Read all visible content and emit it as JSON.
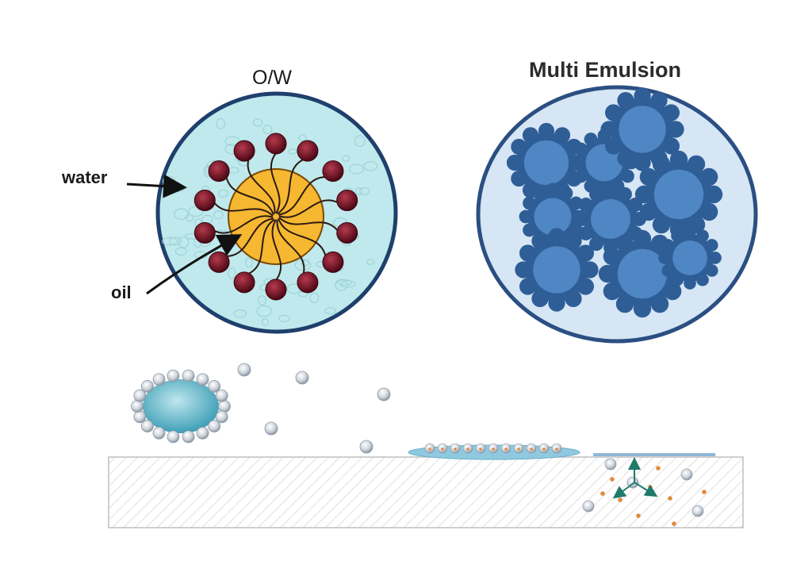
{
  "labels": {
    "ow_title": "O/W",
    "multi_title": "Multi Emulsion",
    "water": "water",
    "oil": "oil"
  },
  "colors": {
    "water_fill": "#bfe9ec",
    "water_border": "#1f3f6c",
    "oil_core": "#f6b731",
    "surfactant_head": "#7a1022",
    "multi_fill": "#d6e6f4",
    "multi_border": "#2b4f82",
    "multi_droplet": "#2f5e97",
    "multi_droplet_inner": "#4f86c4",
    "substrate_hatch": "#c9c9c9",
    "arrow_green": "#1f7a6a",
    "particle_orange": "#e08a3c"
  },
  "icons": [
    "arrow-right-icon",
    "arrow-up-right-icon",
    "surfactant-icon",
    "droplet-icon"
  ]
}
